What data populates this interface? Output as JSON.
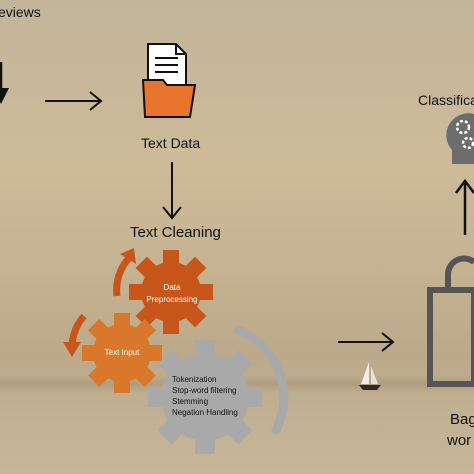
{
  "labels": {
    "reviews": "eviews",
    "text_data": "Text Data",
    "text_cleaning": "Text Cleaning",
    "classification": "Classifica",
    "bag_line1": "Bag",
    "bag_line2": "wor"
  },
  "gears": {
    "data_preprocessing": [
      "Data",
      "Preprocessing"
    ],
    "text_input": "Text Input",
    "steps": [
      "Tokenization",
      "Stop-word filtering",
      "Stemming",
      "Negation Handling"
    ]
  },
  "colors": {
    "orange_gear": "#c8561a",
    "light_orange_gear": "#d9772a",
    "gray_gear": "#a9a9a9",
    "folder": "#e8742e",
    "arrow": "#111111"
  }
}
